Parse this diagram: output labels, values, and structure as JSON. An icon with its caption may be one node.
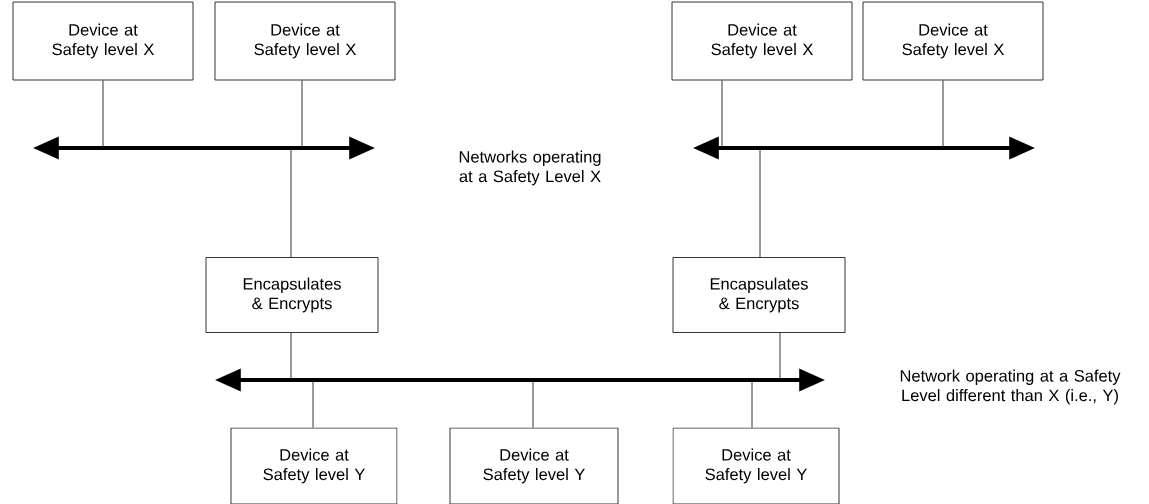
{
  "diagram": {
    "nodes": [
      {
        "text": [
          "Device at Safety level X"
        ]
      },
      {
        "text": [
          "Device at Safety level X"
        ]
      },
      {
        "text": [
          "Device at Safety level X"
        ]
      },
      {
        "text": [
          "Device at Safety level X"
        ]
      },
      {
        "text": [],
        "shape": "bar"
      },
      {
        "text": [],
        "shape": "bar"
      },
      {
        "text": [
          "Encapsulates & Encrypts"
        ]
      },
      {
        "text": [
          "Encapsulates & Encrypts"
        ]
      },
      {
        "text": [],
        "shape": "bar"
      },
      {
        "text": [
          "Device at Safety level Y"
        ]
      },
      {
        "text": [
          "Device at Safety level Y"
        ]
      },
      {
        "text": [
          "Device at Safety level Y"
        ]
      }
    ],
    "edges": [
      {
        "from": 0,
        "to": 4,
        "arrow": "none"
      },
      {
        "from": 1,
        "to": 4,
        "arrow": "none"
      },
      {
        "from": 4,
        "to": 6,
        "arrow": "none"
      },
      {
        "from": 2,
        "to": 5,
        "arrow": "none"
      },
      {
        "from": 3,
        "to": 5,
        "arrow": "none"
      },
      {
        "from": 5,
        "to": 7,
        "arrow": "none"
      },
      {
        "from": 6,
        "to": 8,
        "arrow": "none"
      },
      {
        "from": 7,
        "to": 8,
        "arrow": "none"
      },
      {
        "from": 8,
        "to": 9,
        "arrow": "none"
      },
      {
        "from": 8,
        "to": 10,
        "arrow": "none"
      },
      {
        "from": 8,
        "to": 11,
        "arrow": "none"
      }
    ],
    "labels": [
      "Networks operating at a Safety Level X",
      "Network operating at a Safety Level different than X (i.e., Y)"
    ]
  }
}
